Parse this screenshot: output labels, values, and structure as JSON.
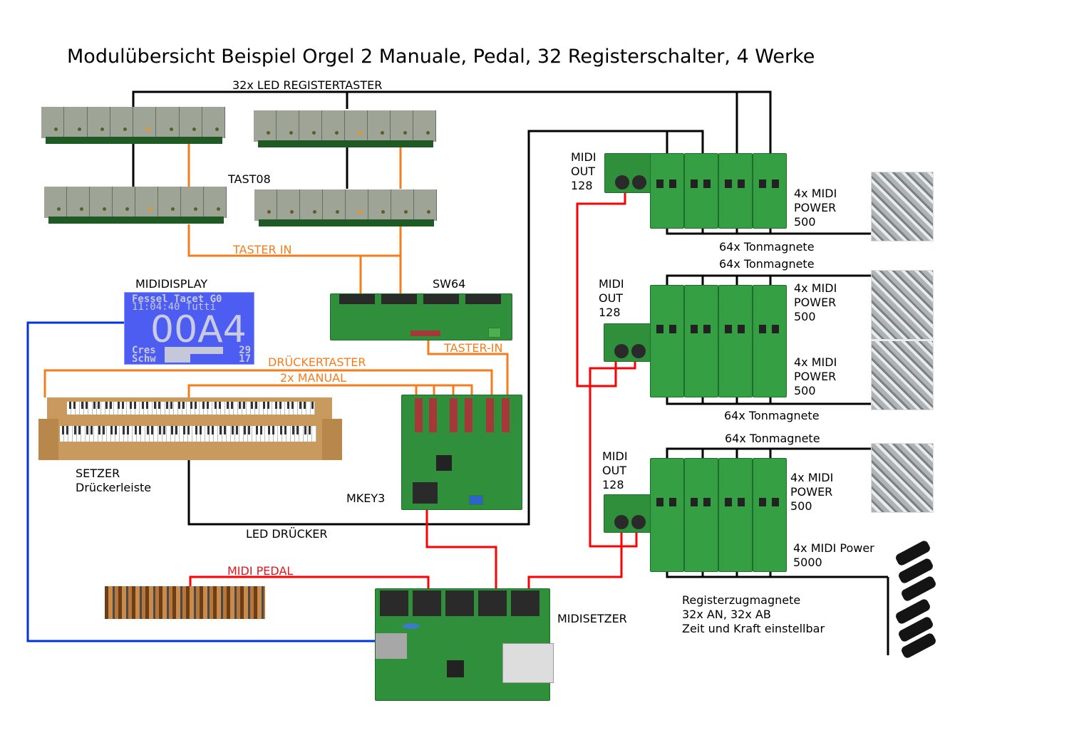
{
  "title": "Modulübersicht Beispiel Orgel 2 Manuale, Pedal, 32 Registerschalter, 4 Werke",
  "colors": {
    "black_wire": "#000000",
    "orange_wire": "#f57c1c",
    "red_wire": "#ff0000",
    "blue_wire": "#0033e0",
    "pcb_green": "#2f8f3a",
    "lcd_blue": "#4d5df2"
  },
  "labels": {
    "led_registertaster": "32x LED REGISTERTASTER",
    "tast08": "TAST08",
    "taster_in": "TASTER IN",
    "sw64": "SW64",
    "taster_in_2": "TASTER-IN",
    "mididisplay": "MIDIDISPLAY",
    "drueckertaster": "DRÜCKERTASTER",
    "manual": "2x MANUAL",
    "setzer": "SETZER",
    "drueckerleiste": "Drückerleiste",
    "mkey3": "MKEY3",
    "led_druecker": "LED DRÜCKER",
    "midi_pedal": "MIDI PEDAL",
    "midisetzer": "MIDISETZER",
    "registerzug_1": "Registerzugmagnete",
    "registerzug_2": "32x AN, 32x AB",
    "registerzug_3": "Zeit und Kraft einstellbar"
  },
  "midi_out_groups": [
    {
      "line1": "MIDI",
      "line2": "OUT",
      "line3": "128"
    },
    {
      "line1": "MIDI",
      "line2": "OUT",
      "line3": "128"
    },
    {
      "line1": "MIDI",
      "line2": "OUT",
      "line3": "128"
    }
  ],
  "power_labels": [
    {
      "line1": "4x MIDI",
      "line2": "POWER",
      "line3": "500"
    },
    {
      "line1": "4x MIDI",
      "line2": "POWER",
      "line3": "500"
    },
    {
      "line1": "4x MIDI",
      "line2": "POWER",
      "line3": "500"
    },
    {
      "line1": "4x MIDI",
      "line2": "POWER",
      "line3": "500"
    },
    {
      "line1": "4x MIDI Power",
      "line2": "5000"
    }
  ],
  "tonmagnete_labels": [
    "64x Tonmagnete",
    "64x Tonmagnete",
    "64x Tonmagnete",
    "64x Tonmagnete"
  ],
  "lcd": {
    "row1": "Fessel Tacet G0",
    "row2": "11:04:40 Tutti",
    "big": "00A4",
    "cres_label": "Cres",
    "cres_value": "29",
    "schw_label": "Schw",
    "schw_value": "17"
  }
}
